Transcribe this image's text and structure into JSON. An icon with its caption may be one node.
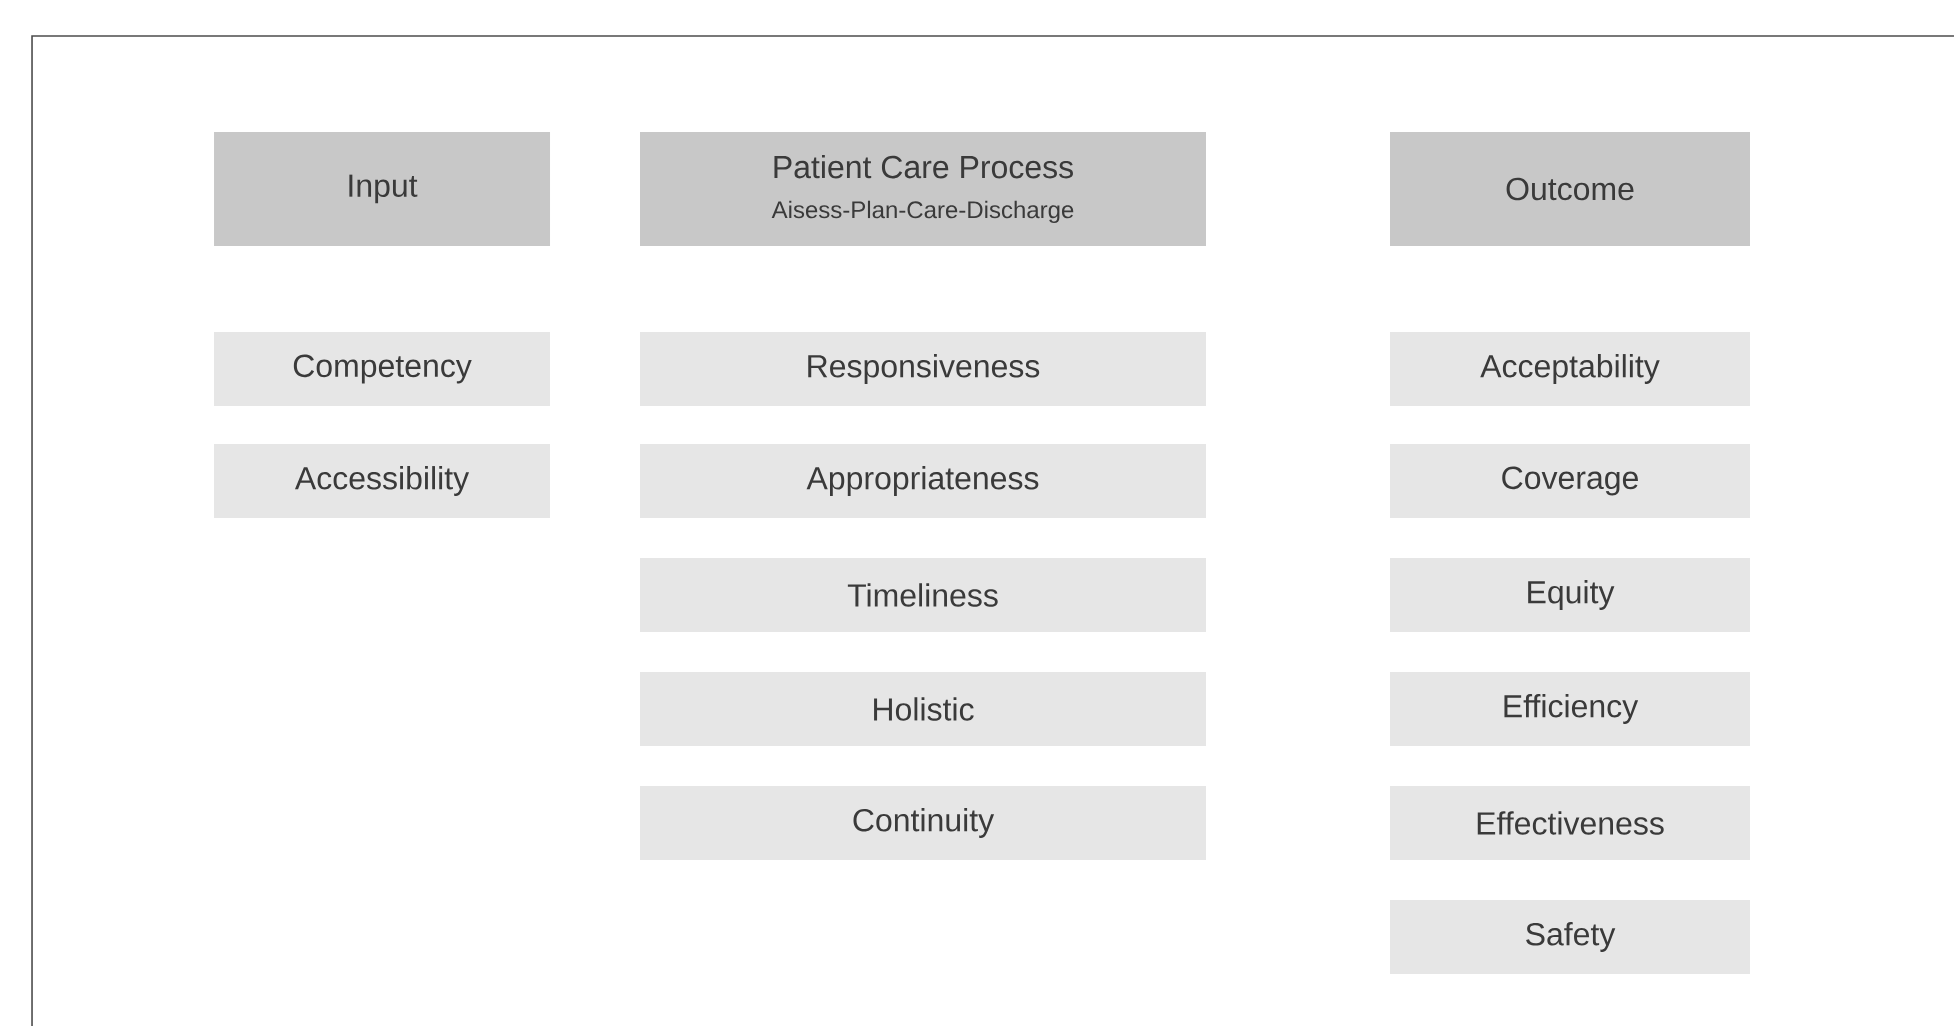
{
  "diagram": {
    "nodes": [
      {
        "text": [
          "Input"
        ]
      },
      {
        "text": [
          "Competency"
        ]
      },
      {
        "text": [
          "Accessibility"
        ]
      },
      {
        "text": [
          "Patient Care Process",
          "Aisess-Plan-Care-Discharge"
        ]
      },
      {
        "text": [
          "Responsiveness"
        ]
      },
      {
        "text": [
          "Appropriateness"
        ]
      },
      {
        "text": [
          "Timeliness"
        ]
      },
      {
        "text": [
          "Holistic"
        ]
      },
      {
        "text": [
          "Continuity"
        ]
      },
      {
        "text": [
          "Outcome"
        ]
      },
      {
        "text": [
          "Acceptability"
        ]
      },
      {
        "text": [
          "Coverage"
        ]
      },
      {
        "text": [
          "Equity"
        ]
      },
      {
        "text": [
          "Efficiency"
        ]
      },
      {
        "text": [
          "Effectiveness"
        ]
      },
      {
        "text": [
          "Safety"
        ]
      }
    ]
  }
}
